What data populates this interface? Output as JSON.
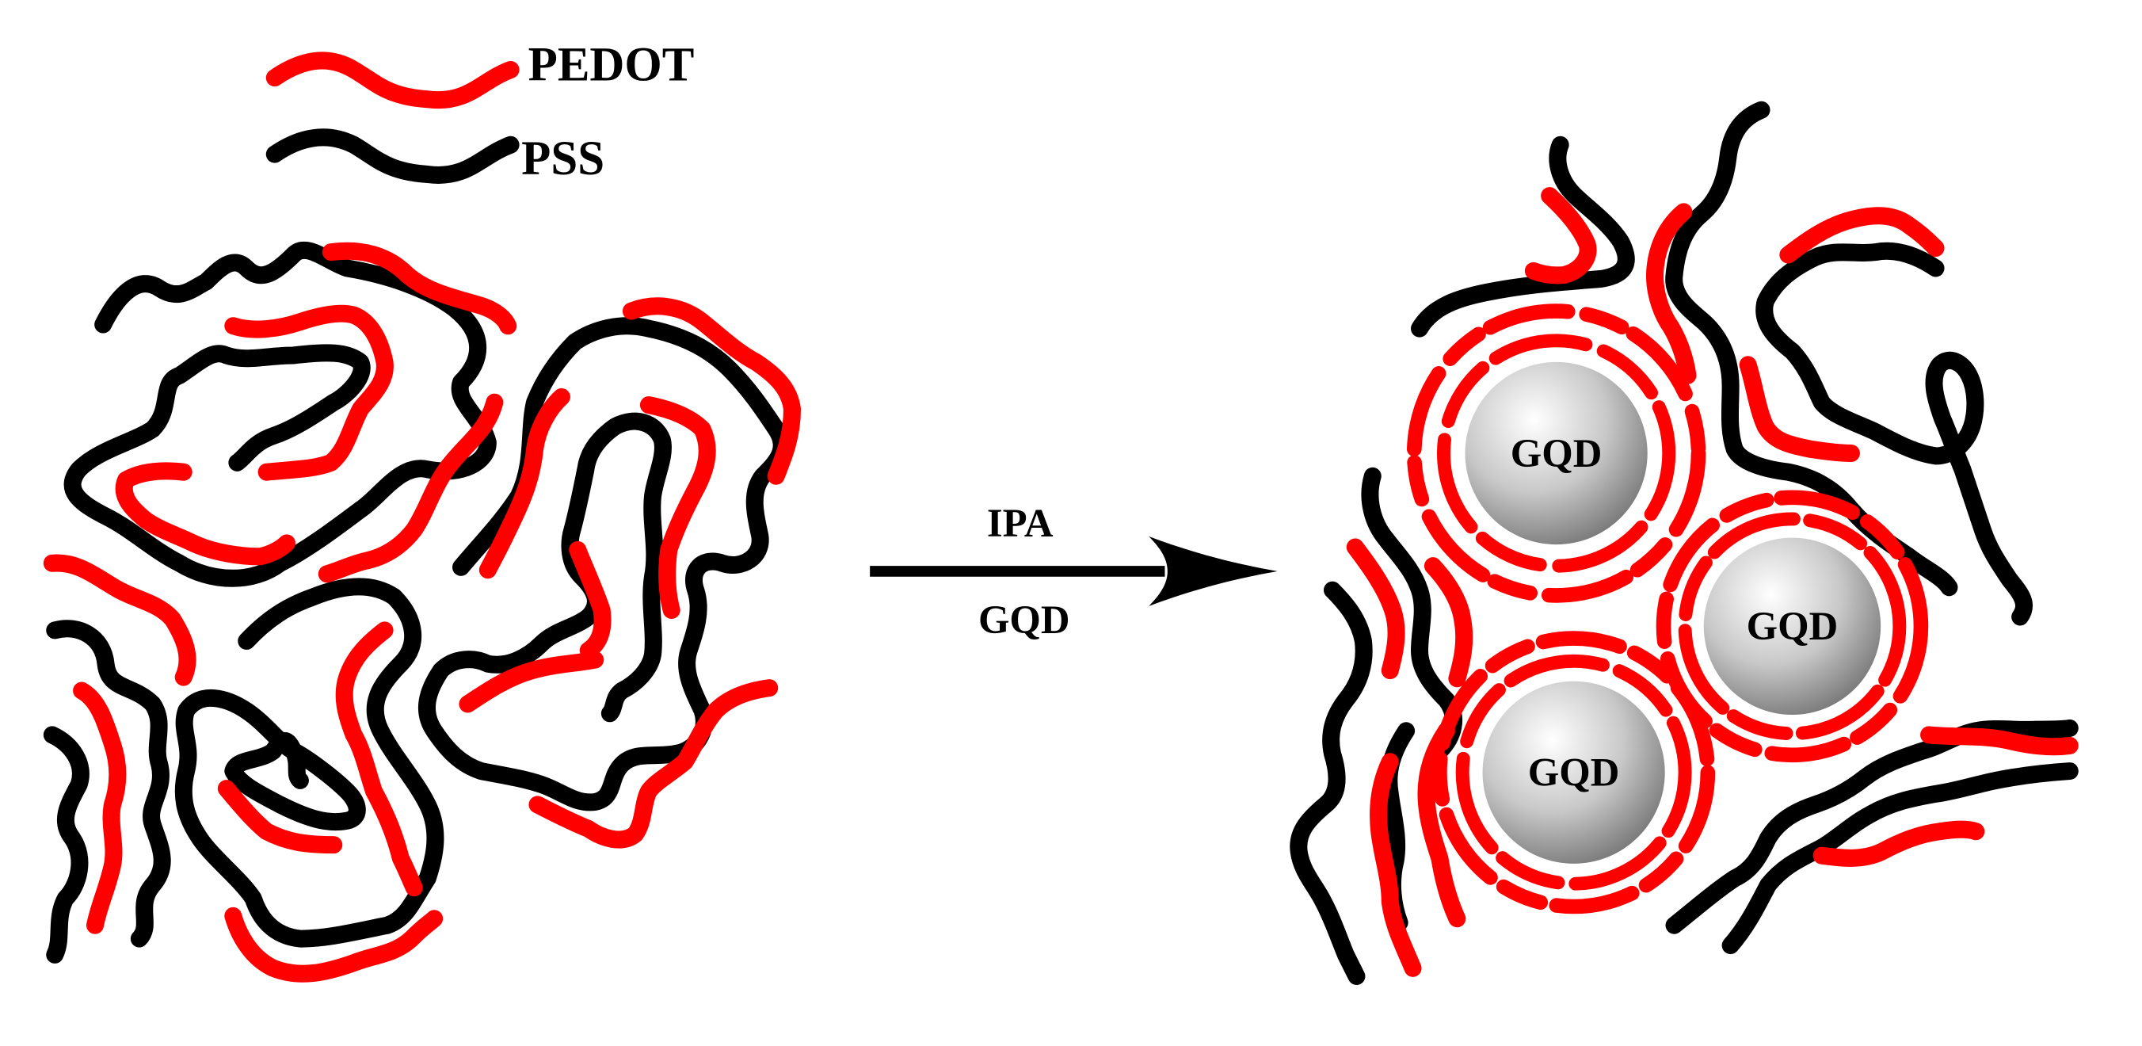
{
  "legend": {
    "pedot_label": "PEDOT",
    "pss_label": "PSS"
  },
  "arrow": {
    "top_label": "IPA",
    "bottom_label": "GQD"
  },
  "particles": [
    {
      "label": "GQD"
    },
    {
      "label": "GQD"
    },
    {
      "label": "GQD"
    }
  ],
  "colors": {
    "pedot": "#ff0000",
    "pss": "#000000",
    "sphere_light": "#ffffff",
    "sphere_mid": "#c4c4c4",
    "sphere_dark": "#7a7a7a"
  }
}
